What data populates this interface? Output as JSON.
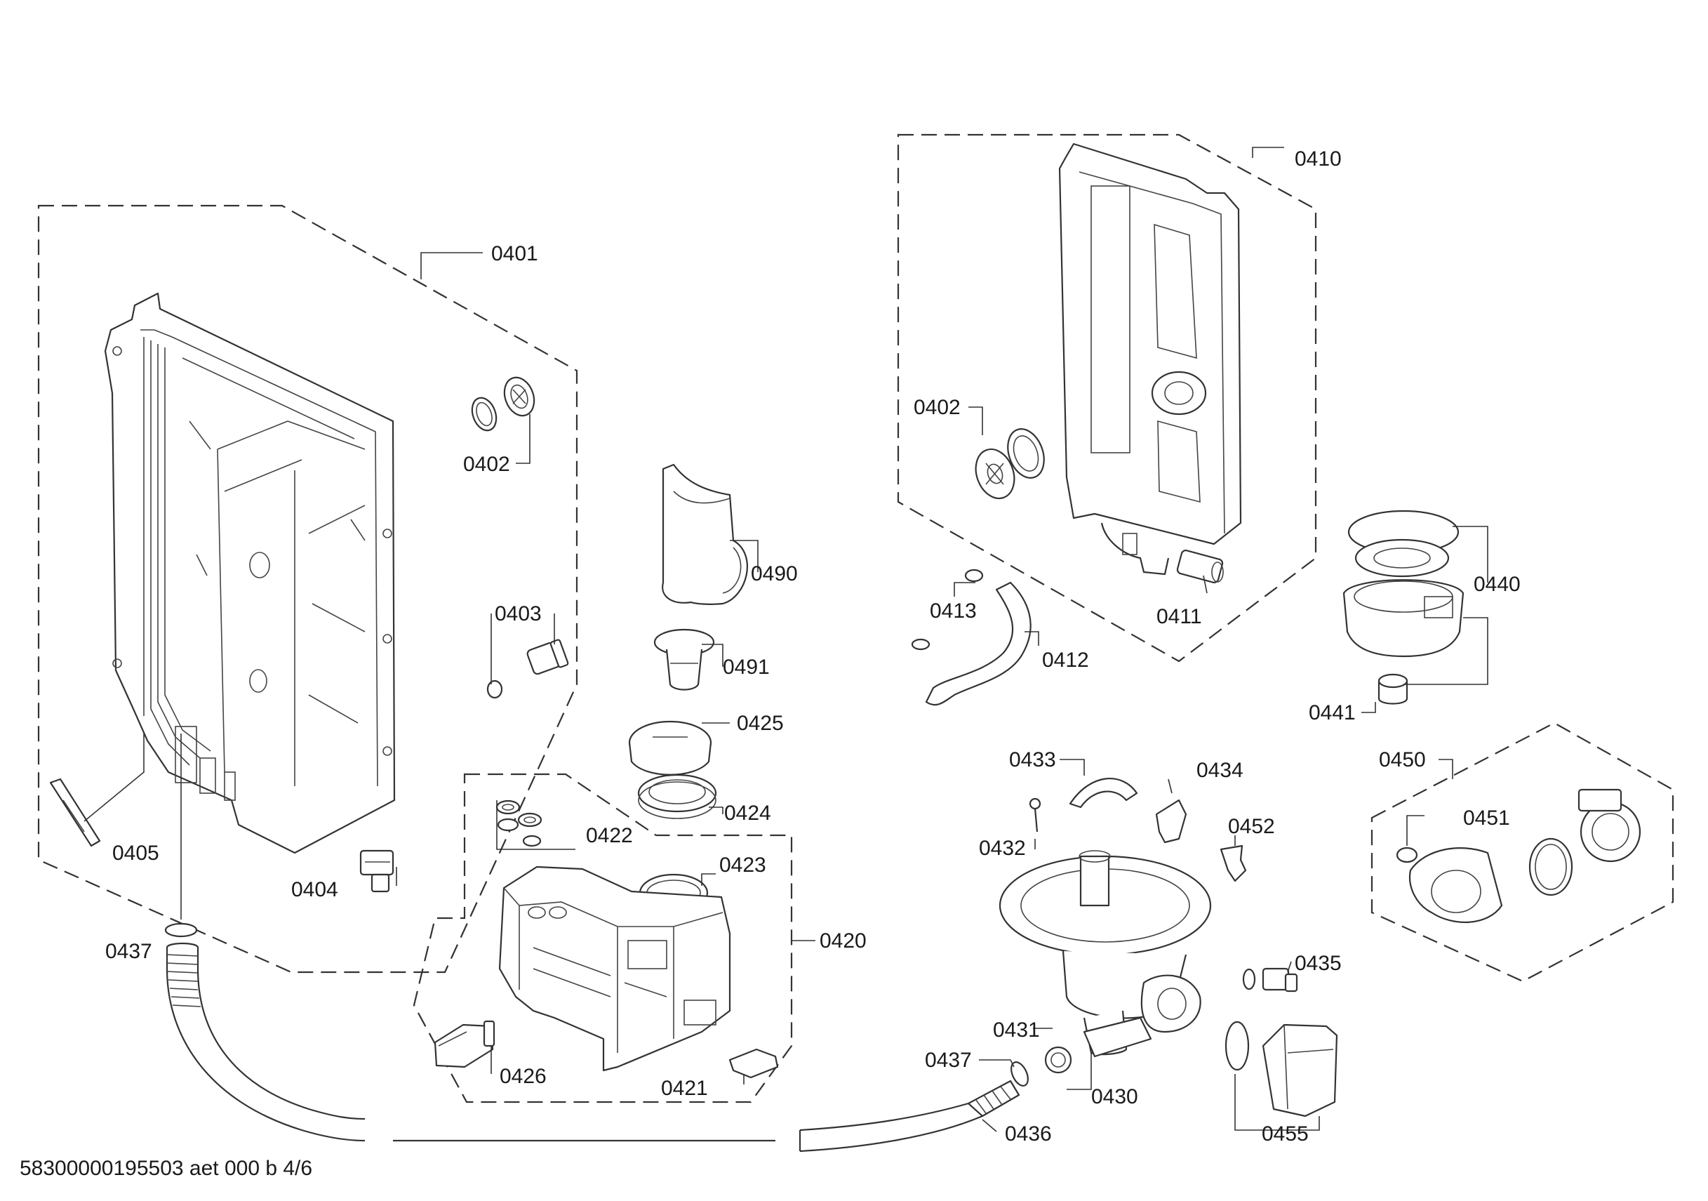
{
  "labels": {
    "p0401": "0401",
    "p0402a": "0402",
    "p0403": "0403",
    "p0404": "0404",
    "p0405": "0405",
    "p0437a": "0437",
    "p0490": "0490",
    "p0491": "0491",
    "p0425": "0425",
    "p0424": "0424",
    "p0422": "0422",
    "p0423": "0423",
    "p0420": "0420",
    "p0426": "0426",
    "p0421": "0421",
    "p0410": "0410",
    "p0402b": "0402",
    "p0413": "0413",
    "p0412": "0412",
    "p0411": "0411",
    "p0440": "0440",
    "p0441": "0441",
    "p0433": "0433",
    "p0434": "0434",
    "p0432": "0432",
    "p0452": "0452",
    "p0450": "0450",
    "p0451": "0451",
    "p0435": "0435",
    "p0431": "0431",
    "p0437b": "0437",
    "p0430": "0430",
    "p0436": "0436",
    "p0455": "0455"
  },
  "footer": {
    "doc_id": "58300000195503 aet 000 b 4/6"
  }
}
